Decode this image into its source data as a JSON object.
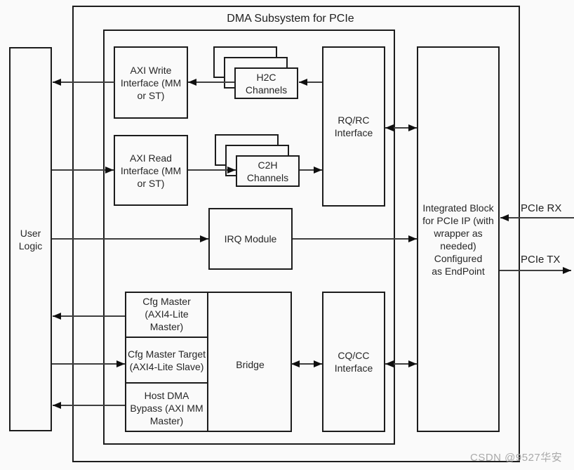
{
  "title": "DMA Subsystem for PCIe",
  "blocks": {
    "user_logic": "User\nLogic",
    "axi_write_interface": "AXI Write\nInterface (MM\nor ST)",
    "h2c_channels": "H2C\nChannels",
    "axi_read_interface": "AXI Read\nInterface (MM\nor ST)",
    "c2h_channels": "C2H\nChannels",
    "rq_rc_interface": "RQ/RC\nInterface",
    "irq_module": "IRQ Module",
    "cfg_master": "Cfg Master\n(AXI4-Lite\nMaster)",
    "cfg_master_target": "Cfg Master Target\n(AXI4-Lite Slave)",
    "host_dma_bypass": "Host DMA\nBypass (AXI MM\nMaster)",
    "bridge": "Bridge",
    "cq_cc_interface": "CQ/CC\nInterface",
    "integrated_block": "Integrated Block\nfor PCIe IP (with\nwrapper as\nneeded)\nConfigured\nas EndPoint"
  },
  "ports": {
    "pcie_rx": "PCIe RX",
    "pcie_tx": "PCIe TX"
  },
  "watermark": "CSDN @9527华安",
  "colors": {
    "ink": "#1c1c1c",
    "line": "#3f3f3f",
    "watermark": "#a9a9a9",
    "background": "#fafafa"
  }
}
